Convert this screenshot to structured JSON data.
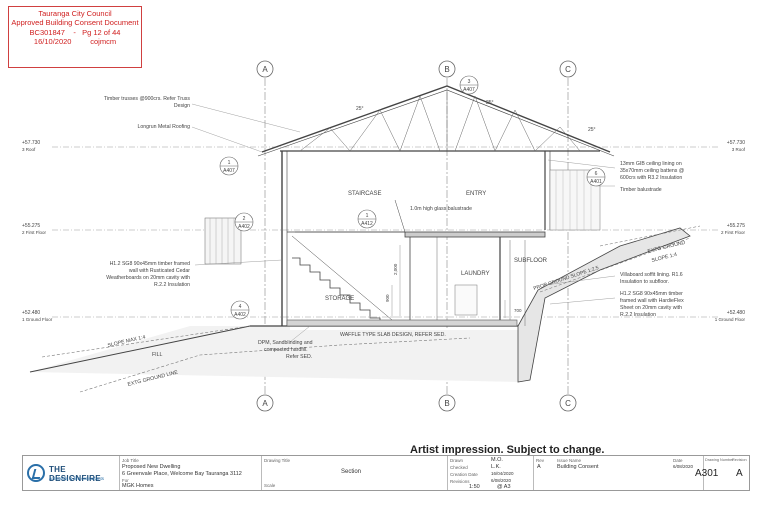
{
  "stamp": {
    "line1": "Tauranga City Council",
    "line2": "Approved Building Consent Document",
    "line3a": "BC301847",
    "line3b": "-",
    "line3c": "Pg 12 of 44",
    "line4a": "16/10/2020",
    "line4b": "cojmcm"
  },
  "gridlines": {
    "a": "A",
    "b": "B",
    "c": "C"
  },
  "levels": {
    "roof_value": "+57.730",
    "roof_name": "3 Roof",
    "first_value": "+55.275",
    "first_name": "2 First Floor",
    "ground_value": "+52.480",
    "ground_name": "1 Ground Floor"
  },
  "detail_tags": {
    "t1_num": "1",
    "t1_sheet": "A407",
    "t2_num": "2",
    "t2_sheet": "A402",
    "t3_num": "3",
    "t3_sheet": "A407",
    "t4_num": "4",
    "t4_sheet": "A402",
    "t5_num": "1",
    "t5_sheet": "A412",
    "t6_num": "6",
    "t6_sheet": "A401"
  },
  "notes": {
    "trusses_1": "Timber trusses @900crs. Refer Truss",
    "trusses_2": "Design",
    "roofing": "Longrun Metal Roofing",
    "pitch_left": "25°",
    "pitch_mid": "25°",
    "pitch_right": "25°",
    "gib_1": "13mm GIB ceiling lining on",
    "gib_2": "35x70mm ceiling battens @",
    "gib_3": "600crs with R3.2 Insulation",
    "balustrade_timber": "Timber balustrade",
    "h12_l1": "H1.2 SG8 90x45mm timber framed",
    "h12_l2": "wall with Rusticated Cedar",
    "h12_l3": "Weatherboards on 20mm cavity with",
    "h12_l4": "R.2.2 Insulation",
    "villa_1": "Villaboard soffit lining. R1.6",
    "villa_2": "Insulation to subfloor.",
    "hardie_1": "H1.2 SG8 90x45mm timber",
    "hardie_2": "framed wall with HardieFlex",
    "hardie_3": "Sheet on 20mm cavity with",
    "hardie_4": "R.2.2 Insulation",
    "glass_balustrade": "1.0m high glass balustrade",
    "dpm_1": "DPM, Sandblinding and",
    "dpm_2": "compacted hardfill.",
    "dpm_3": "Refer SED.",
    "waffle": "WAFFLE TYPE SLAB DESIGN, REFER SED.",
    "slope_max": "SLOPE MAX 1:4",
    "fill": "FILL",
    "extg_left": "EXTG GROUND LINE",
    "extg_right_1": "EXTG GROUND",
    "extg_right_2": "SLOPE 1:4",
    "prop_ground": "PROP GROUND SLOPE 1:2.5",
    "dim_2000": "2,000",
    "dim_900": "900",
    "dim_700": "700"
  },
  "rooms": {
    "staircase": "STAIRCASE",
    "entry": "ENTRY",
    "laundry": "LAUNDRY",
    "subfloor": "SUBFLOOR",
    "storage": "STORAGE"
  },
  "banner": "Artist impression. Subject to change.",
  "title_block": {
    "company_name": "THE DESIGNFIRE",
    "company_sub": "architects & fire consultants",
    "job_title_label": "Job Title",
    "job_title_1": "Proposed New Dwelling",
    "job_title_2": "6 Greenvale Place, Welcome Bay Tauranga 3112",
    "client_label": "For",
    "client": "MGK Homes",
    "drawing_title_label": "Drawing Title",
    "drawing_title": "Section",
    "scale_label": "Scale",
    "scale_value": "1:50",
    "paper": "@ A3",
    "drawn_label": "Drawn",
    "drawn_value": "M.O.",
    "checked_label": "Checked",
    "checked_value": "L.K.",
    "created_label": "Creation Date",
    "created_value": "16/04/2020",
    "revisions_label": "Revisions",
    "revisions_value": "6/08/2020",
    "rev_label": "Rev",
    "issue_label": "Issue Name",
    "date_label": "Date",
    "rev_a": "A",
    "issue_a": "Building Consent",
    "date_a": "6/08/2020",
    "drawing_no_label": "Drawing Number",
    "drawing_no": "A301",
    "revision_label": "Revision",
    "revision": "A"
  }
}
